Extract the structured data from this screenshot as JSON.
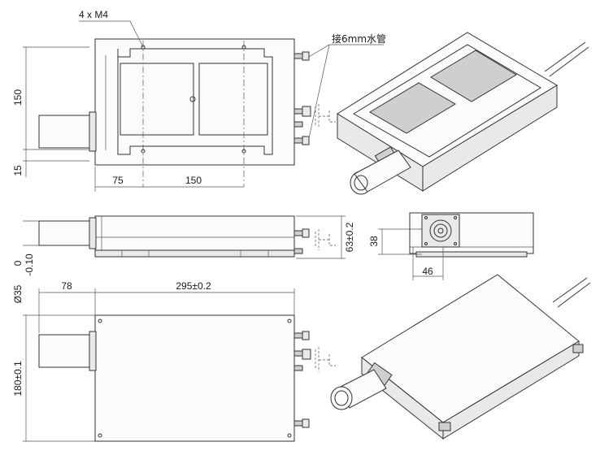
{
  "labels": {
    "mount_holes": "4 x  M4",
    "water_pipe": "接6mm水管",
    "dim_150_vertical": "150",
    "dim_15_vertical": "15",
    "dim_75": "75",
    "dim_150_horizontal": "150",
    "dim_63": "63±0.2",
    "dim_38": "38",
    "dim_46": "46",
    "dim_78": "78",
    "dim_295": "295±0.2",
    "dim_180": "180±0.1",
    "dim_dia_35": "Ø35",
    "dim_tol_0": "0",
    "dim_tol_neg": "-0.10"
  }
}
